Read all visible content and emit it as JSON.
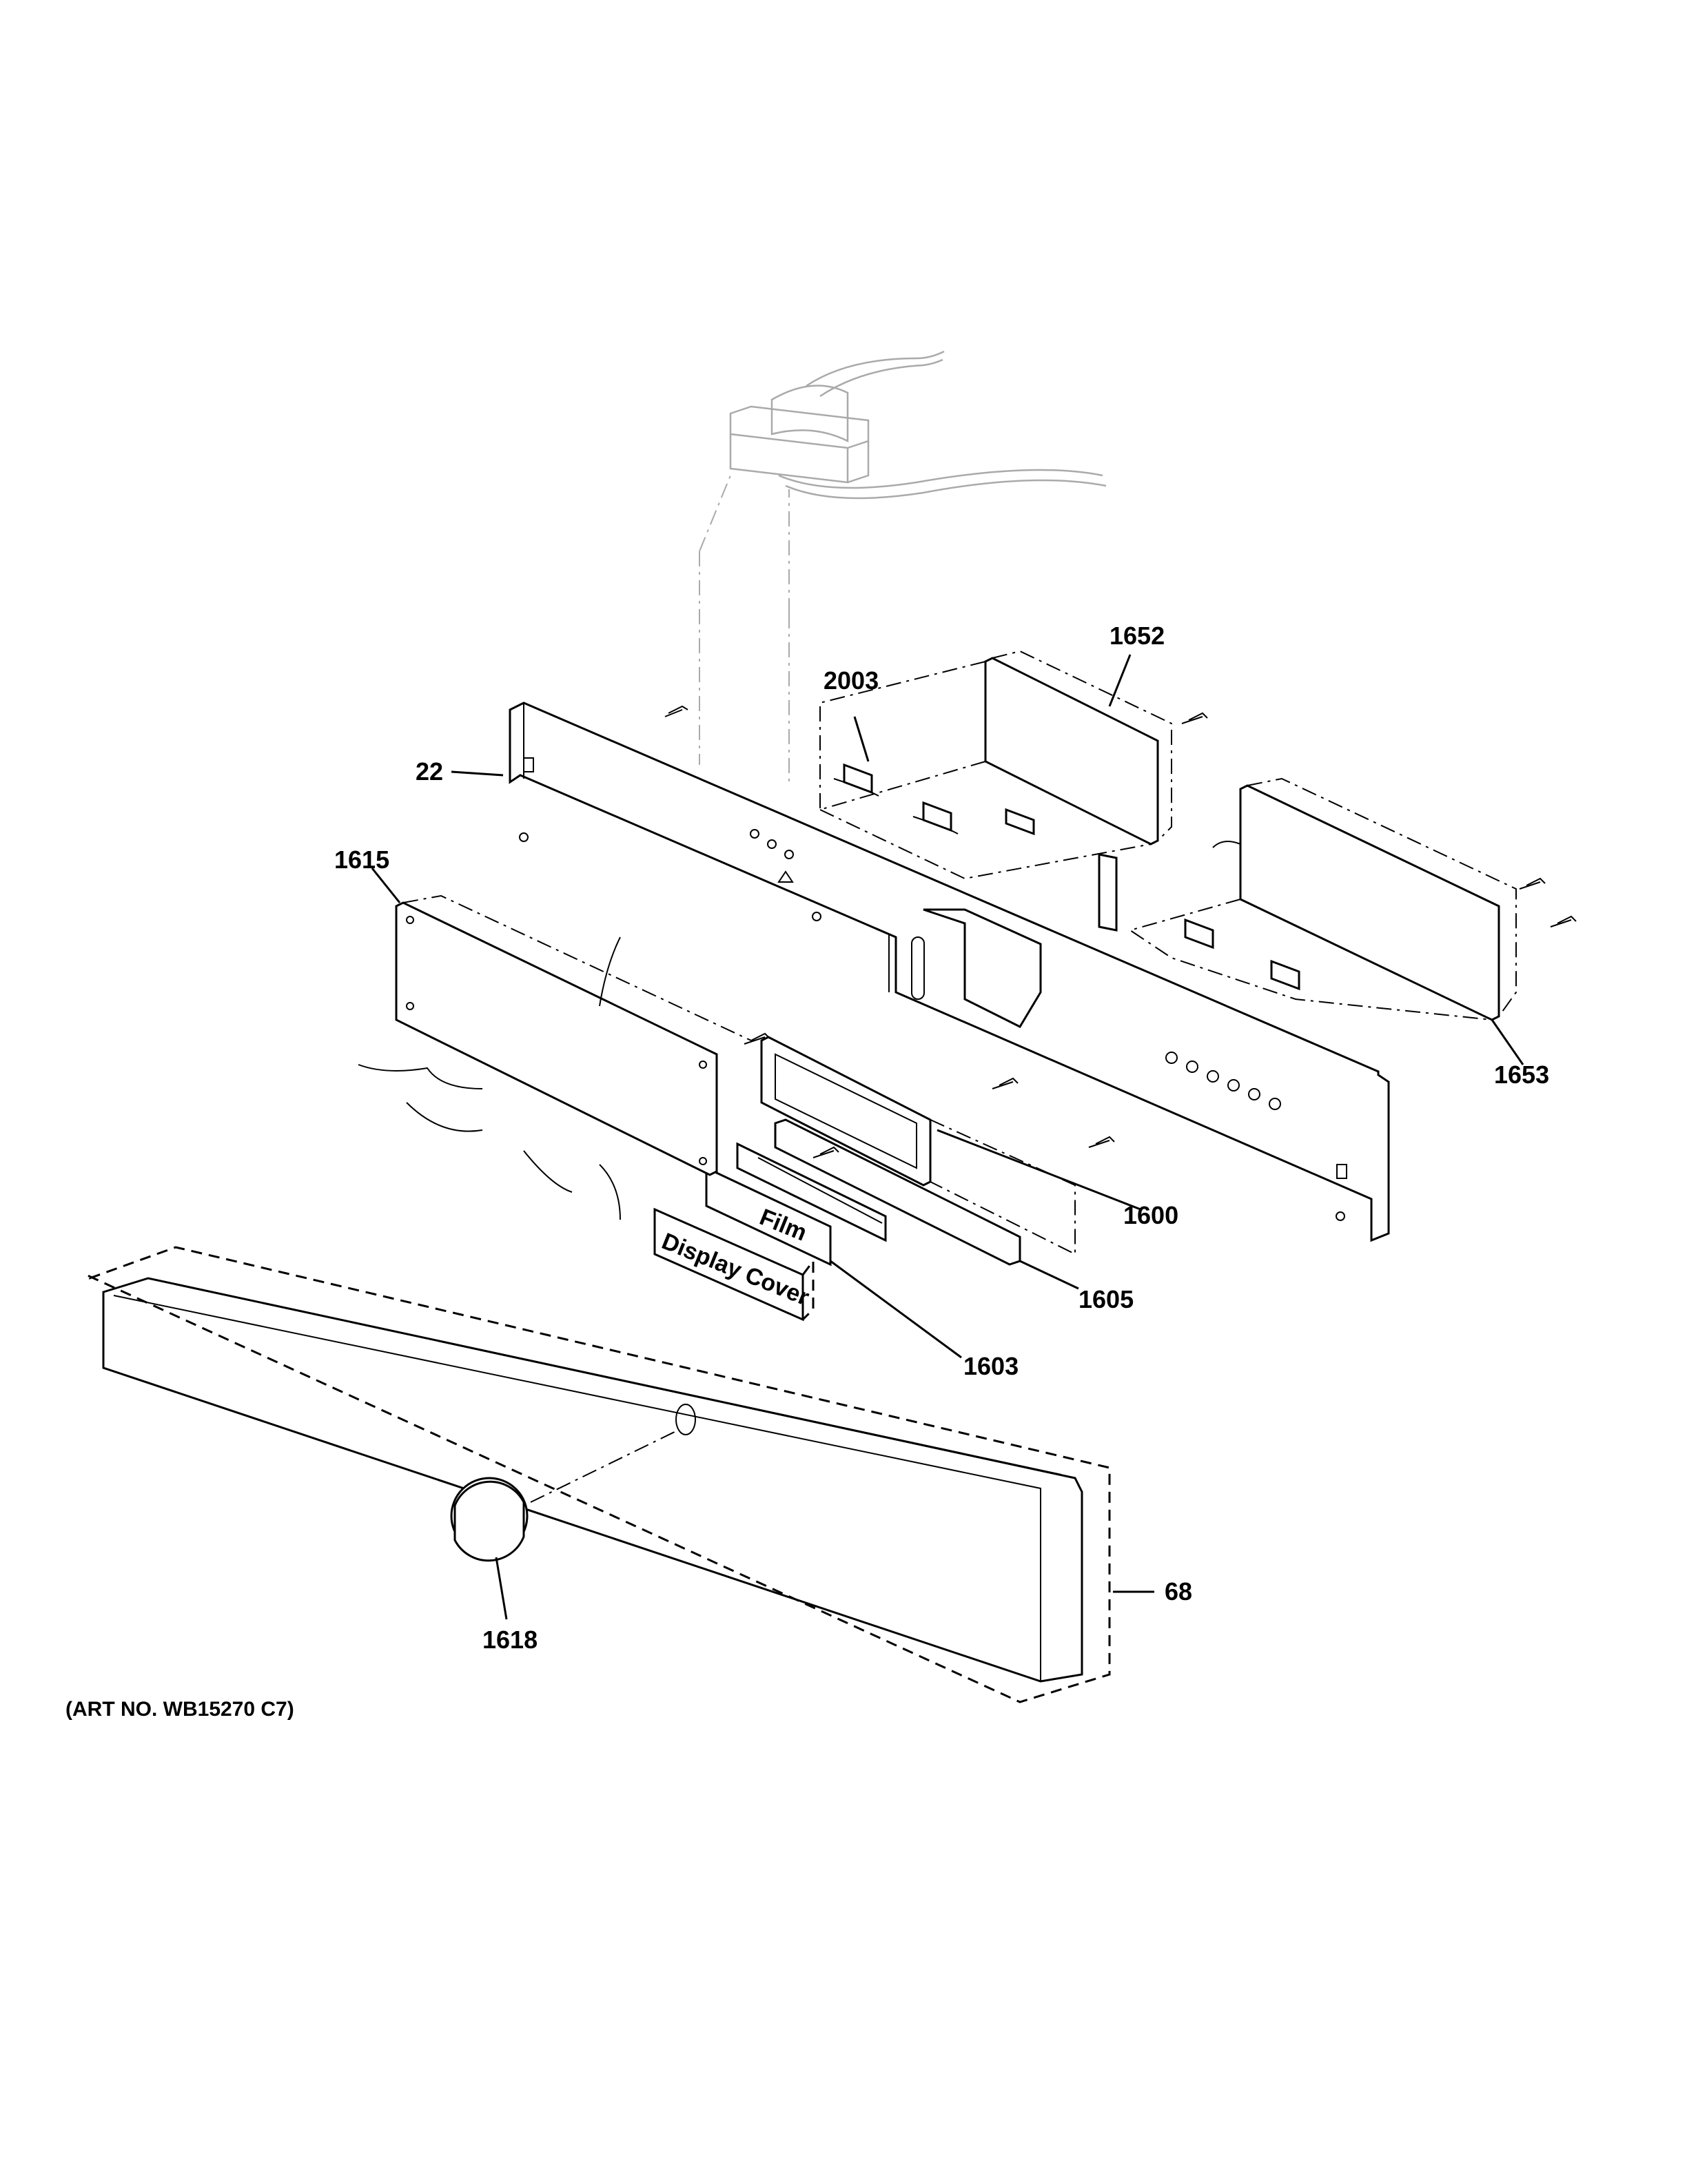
{
  "diagram": {
    "art_number": "(ART NO. WB15270 C7)",
    "callouts": {
      "c1652": "1652",
      "c2003": "2003",
      "c22": "22",
      "c1615": "1615",
      "c1653": "1653",
      "c1600": "1600",
      "c1605": "1605",
      "c1603": "1603",
      "c68": "68",
      "c1618": "1618"
    },
    "part_labels": {
      "film": "Film",
      "display_cover": "Display Cover"
    }
  }
}
